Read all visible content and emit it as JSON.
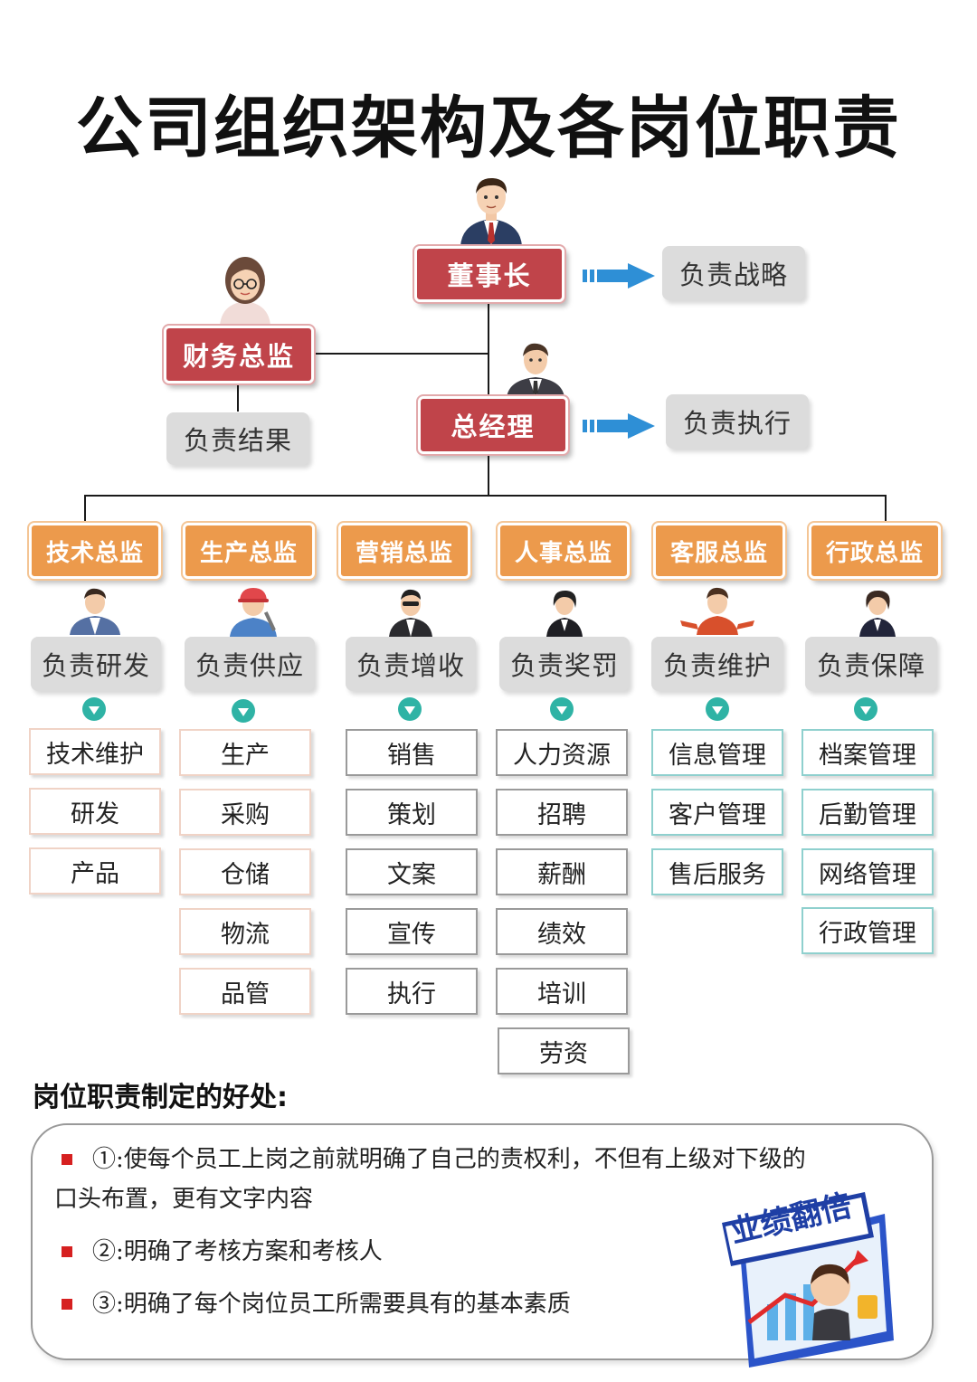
{
  "title": "公司组织架构及各岗位职责",
  "chairman": {
    "label": "董事长",
    "duty": "负责战略"
  },
  "cfo": {
    "label": "财务总监",
    "duty": "负责结果"
  },
  "gm": {
    "label": "总经理",
    "duty": "负责执行"
  },
  "departments": [
    {
      "label": "技术总监",
      "duty": "负责研发",
      "items": [
        "技术维护",
        "研发",
        "产品"
      ]
    },
    {
      "label": "生产总监",
      "duty": "负责供应",
      "items": [
        "生产",
        "采购",
        "仓储",
        "物流",
        "品管"
      ]
    },
    {
      "label": "营销总监",
      "duty": "负责增收",
      "items": [
        "销售",
        "策划",
        "文案",
        "宣传",
        "执行"
      ]
    },
    {
      "label": "人事总监",
      "duty": "负责奖罚",
      "items": [
        "人力资源",
        "招聘",
        "薪酬",
        "绩效",
        "培训",
        "劳资"
      ]
    },
    {
      "label": "客服总监",
      "duty": "负责维护",
      "items": [
        "信息管理",
        "客户管理",
        "售后服务"
      ]
    },
    {
      "label": "行政总监",
      "duty": "负责保障",
      "items": [
        "档案管理",
        "后勤管理",
        "网络管理",
        "行政管理"
      ]
    }
  ],
  "benefits": {
    "title": "岗位职责制定的好处:",
    "items": [
      "①:使每个员工上岗之前就明确了自己的责权利，不但有上级对下级的",
      "口头布置，更有文字内容",
      "②:明确了考核方案和考核人",
      "③:明确了每个岗位员工所需要具有的基本素质"
    ],
    "badge_text": "业绩翻倍"
  },
  "colors": {
    "red": "#c0444a",
    "orange": "#ec9a4c",
    "teal": "#2fb3a5",
    "arrow": "#2e8fd6"
  }
}
